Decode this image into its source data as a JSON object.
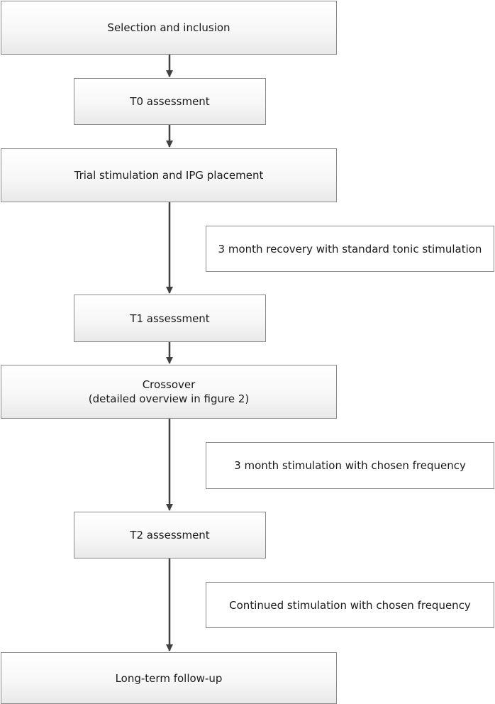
{
  "diagram": {
    "steps": {
      "selection": "Selection and inclusion",
      "t0": "T0 assessment",
      "trial": "Trial stimulation and IPG placement",
      "t1": "T1 assessment",
      "crossover_line1": "Crossover",
      "crossover_line2": "(detailed overview in figure 2)",
      "t2": "T2 assessment",
      "followup": "Long-term follow-up"
    },
    "notes": {
      "recovery": "3 month recovery with standard tonic stimulation",
      "stimulation": "3 month stimulation with chosen frequency",
      "continued": "Continued stimulation with chosen frequency"
    },
    "colors": {
      "box_border": "#8a8a8a",
      "arrow": "#404040",
      "text": "#1a1a1a"
    }
  }
}
